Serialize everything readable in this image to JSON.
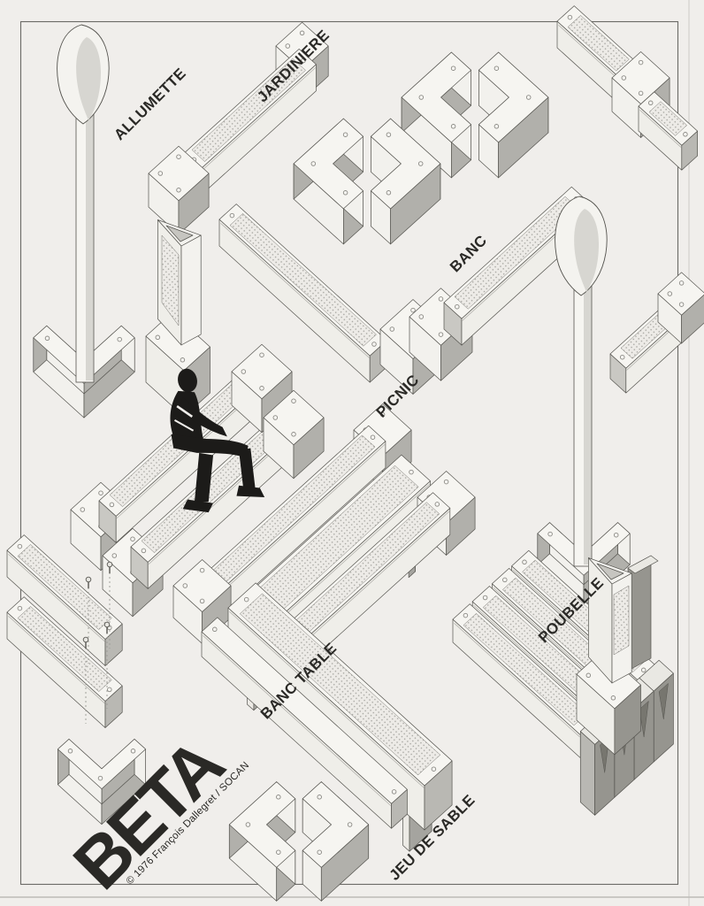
{
  "poster": {
    "title": "BETA",
    "credit": "© 1976 François Dallegret / SOCAN",
    "labels": {
      "allumette": "ALLUMETTE",
      "jardiniere": "JARDINIERE",
      "banc": "BANC",
      "picnic": "PICNIC",
      "banc_table": "BANC TABLE",
      "poubelle": "POUBELLE",
      "jeu_de_sable": "JEU DE SABLE"
    },
    "colors": {
      "paper": "#f0eeeb",
      "ink": "#2a2926",
      "top": "#f6f5f1",
      "side_light": "#efeee9",
      "side_mid": "#b3b2ad",
      "side_dark": "#96958f",
      "stipple_bg": "#edebe7",
      "stipple_dot": "#a6a5a0",
      "outline": "#55544f"
    }
  }
}
